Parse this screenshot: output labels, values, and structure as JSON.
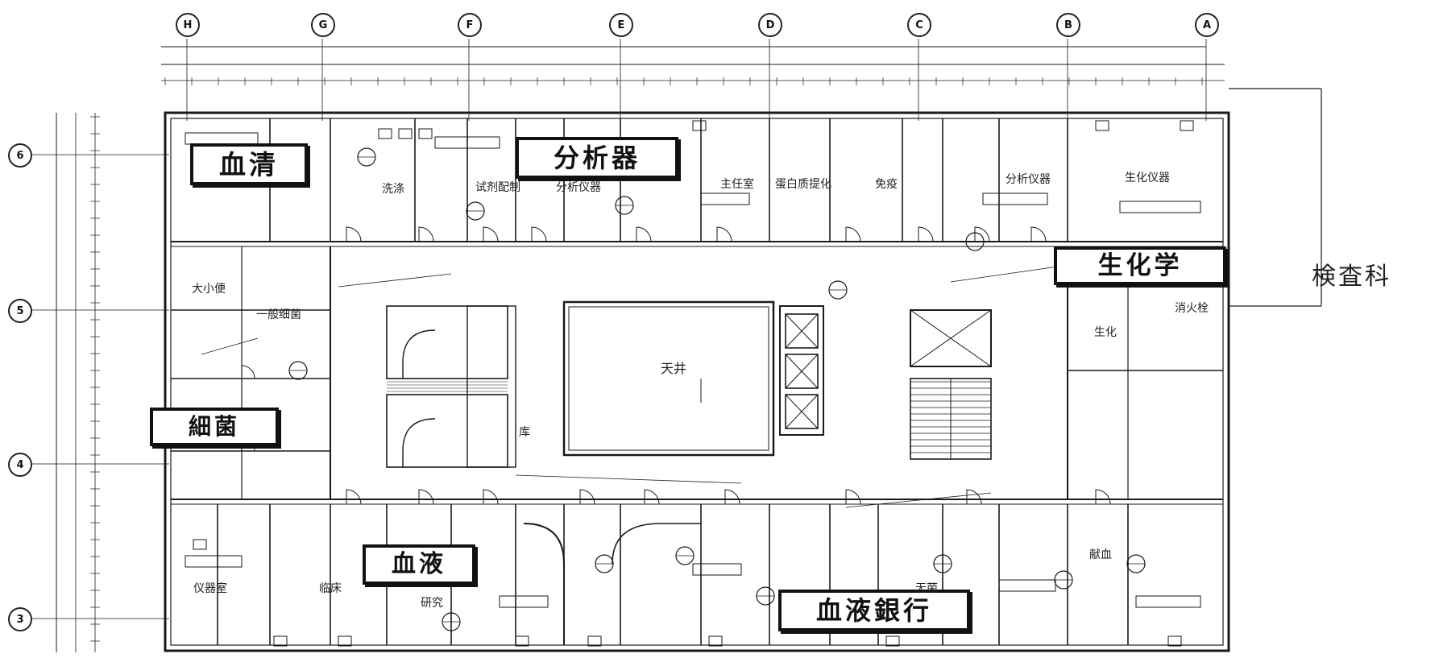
{
  "side_title": "検査科",
  "dept_labels": {
    "serum": "血清",
    "analyzer": "分析器",
    "biochem": "生化学",
    "bacteria": "細菌",
    "blood": "血液",
    "blood_bank": "血液銀行"
  },
  "grid_columns": [
    "H",
    "G",
    "F",
    "E",
    "D",
    "C",
    "B",
    "A"
  ],
  "grid_rows": [
    "6",
    "5",
    "4",
    "3"
  ],
  "room_labels": {
    "analyzer_room_1": "分析仪器",
    "analyzer_room_2": "分析仪器",
    "biochem_instruments": "生化仪器",
    "director": "主任室",
    "protein": "蛋白质提化",
    "immunity": "免疫",
    "washing": "洗涤",
    "reagent": "试剂配制",
    "atrium": "天井",
    "biochem_room": "生化",
    "storage": "库",
    "research": "研究",
    "instrument": "仪器室",
    "clinic": "临床",
    "blood_supply": "献血",
    "sterile": "无菌",
    "general_bacteria": "一般细菌",
    "stool_urine": "大小便",
    "fire_hydrant": "消火栓"
  }
}
